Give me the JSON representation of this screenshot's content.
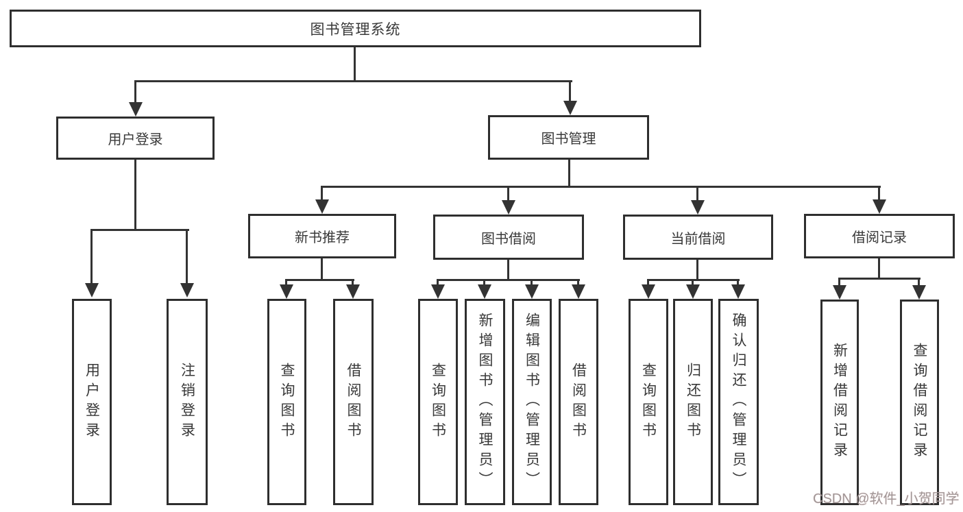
{
  "diagram": {
    "root": {
      "label": "图书管理系统"
    },
    "branches": [
      {
        "label": "用户登录",
        "children": [
          {
            "label": "用户登录"
          },
          {
            "label": "注销登录"
          }
        ]
      },
      {
        "label": "图书管理",
        "groups": [
          {
            "label": "新书推荐",
            "children": [
              {
                "label": "查询图书"
              },
              {
                "label": "借阅图书"
              }
            ]
          },
          {
            "label": "图书借阅",
            "children": [
              {
                "label": "查询图书"
              },
              {
                "label": "新增图书（管理员）"
              },
              {
                "label": "编辑图书（管理员）"
              },
              {
                "label": "借阅图书"
              }
            ]
          },
          {
            "label": "当前借阅",
            "children": [
              {
                "label": "查询图书"
              },
              {
                "label": "归还图书"
              },
              {
                "label": "确认归还（管理员）"
              }
            ]
          },
          {
            "label": "借阅记录",
            "children": [
              {
                "label": "新增借阅记录"
              },
              {
                "label": "查询借阅记录"
              }
            ]
          }
        ]
      }
    ]
  },
  "watermark": "CSDN @软件_小贺同学",
  "colors": {
    "line": "#333333",
    "border": "#2e2e2e",
    "text": "#383838",
    "watermark": "#a09898",
    "background": "#ffffff"
  }
}
